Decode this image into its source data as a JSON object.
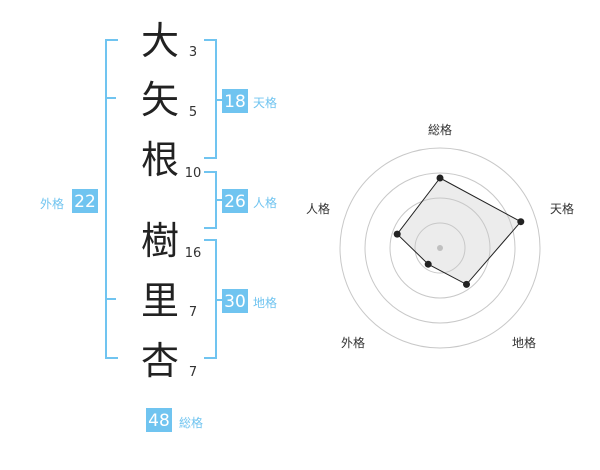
{
  "name": {
    "characters": [
      {
        "char": "大",
        "strokes": "3"
      },
      {
        "char": "矢",
        "strokes": "5"
      },
      {
        "char": "根",
        "strokes": "10"
      },
      {
        "char": "樹",
        "strokes": "16"
      },
      {
        "char": "里",
        "strokes": "7"
      },
      {
        "char": "杏",
        "strokes": "7"
      }
    ]
  },
  "kakusu": {
    "tenkaku": {
      "value": "18",
      "label": "天格"
    },
    "jinkaku": {
      "value": "26",
      "label": "人格"
    },
    "chikaku": {
      "value": "30",
      "label": "地格"
    },
    "gaikaku": {
      "value": "22",
      "label": "外格"
    },
    "soukaku": {
      "value": "48",
      "label": "総格"
    }
  },
  "radar": {
    "axes": [
      "総格",
      "天格",
      "地格",
      "外格",
      "人格"
    ],
    "values": [
      0.7,
      0.85,
      0.45,
      0.2,
      0.45
    ],
    "colors": {
      "ring": "#c8c8c8",
      "shape_fill": "#eeeeee",
      "shape_stroke": "#222222"
    }
  },
  "colors": {
    "accent": "#70c4f0"
  }
}
